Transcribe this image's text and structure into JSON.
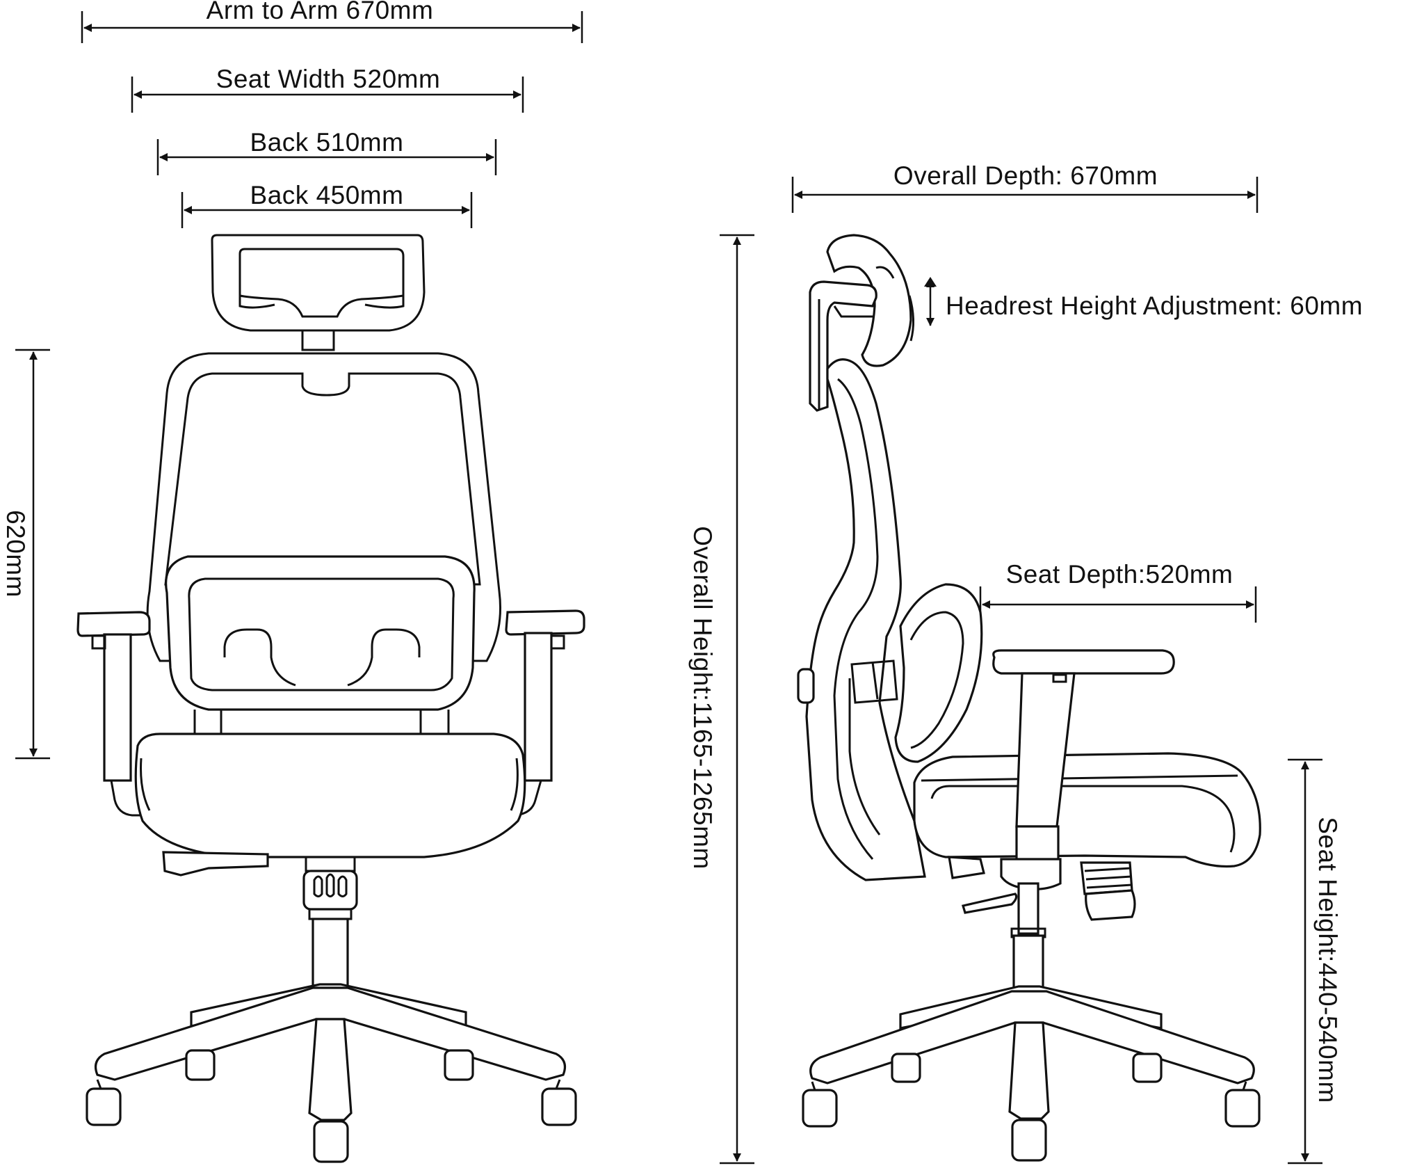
{
  "dimensions": {
    "arm_to_arm": "Arm to Arm 670mm",
    "seat_width": "Seat Width 520mm",
    "back_510": "Back 510mm",
    "back_450": "Back 450mm",
    "back_height": "620mm",
    "overall_depth": "Overall Depth: 670mm",
    "headrest_adjustment": "Headrest Height Adjustment: 60mm",
    "overall_height": "Overall Height:1165-1265mm",
    "seat_depth": "Seat Depth:520mm",
    "seat_height": "Seat Height:440-540mm"
  },
  "icons": {
    "dimension_arrow": "arrow",
    "double_arrow": "up-down-arrow"
  }
}
